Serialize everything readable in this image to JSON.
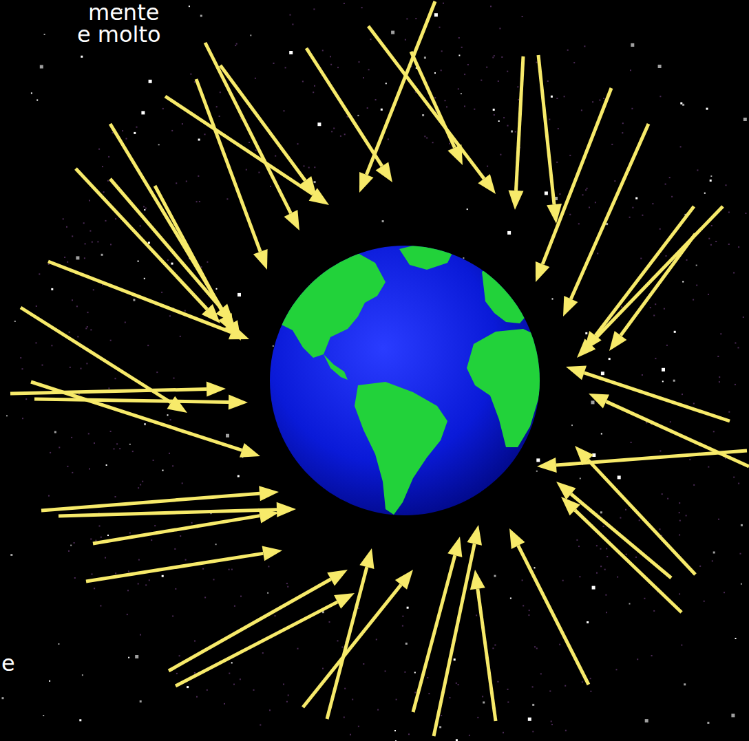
{
  "diagram": {
    "labels": [
      "mente",
      "e molto",
      "e"
    ]
  }
}
